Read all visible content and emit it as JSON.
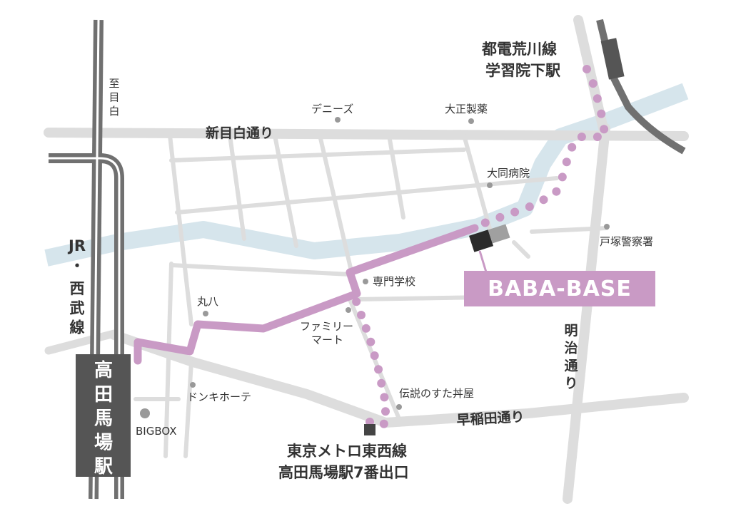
{
  "colors": {
    "route": "#c99ac5",
    "road": "#dddddd",
    "river": "#d6e5ec",
    "rail": "#707070",
    "station_box": "#555555",
    "text": "#333333"
  },
  "destination": {
    "label": "BABA-BASE"
  },
  "station": {
    "label": "高田馬場駅"
  },
  "rail_line": {
    "label_jr": "JR",
    "label_dot": "・",
    "label_seibu": "西武線",
    "direction": "至目白"
  },
  "arakawa": {
    "line1": "都電荒川線",
    "line2": "学習院下駅"
  },
  "metro_exit": {
    "line1": "東京メトロ東西線",
    "line2": "高田馬場駅7番出口"
  },
  "streets": {
    "shinmejiro": "新目白通り",
    "meiji": "明治通り",
    "waseda": "早稲田通り"
  },
  "landmarks": {
    "dennys": "デニーズ",
    "taisho": "大正製薬",
    "daido": "大同病院",
    "totsuka": "戸塚警察署",
    "school": "専門学校",
    "family_line1": "ファミリー",
    "family_line2": "マート",
    "maruhachi": "丸八",
    "donki": "ドンキホーテ",
    "bigbox": "BIGBOX",
    "densetsu": "伝説のすた丼屋"
  }
}
